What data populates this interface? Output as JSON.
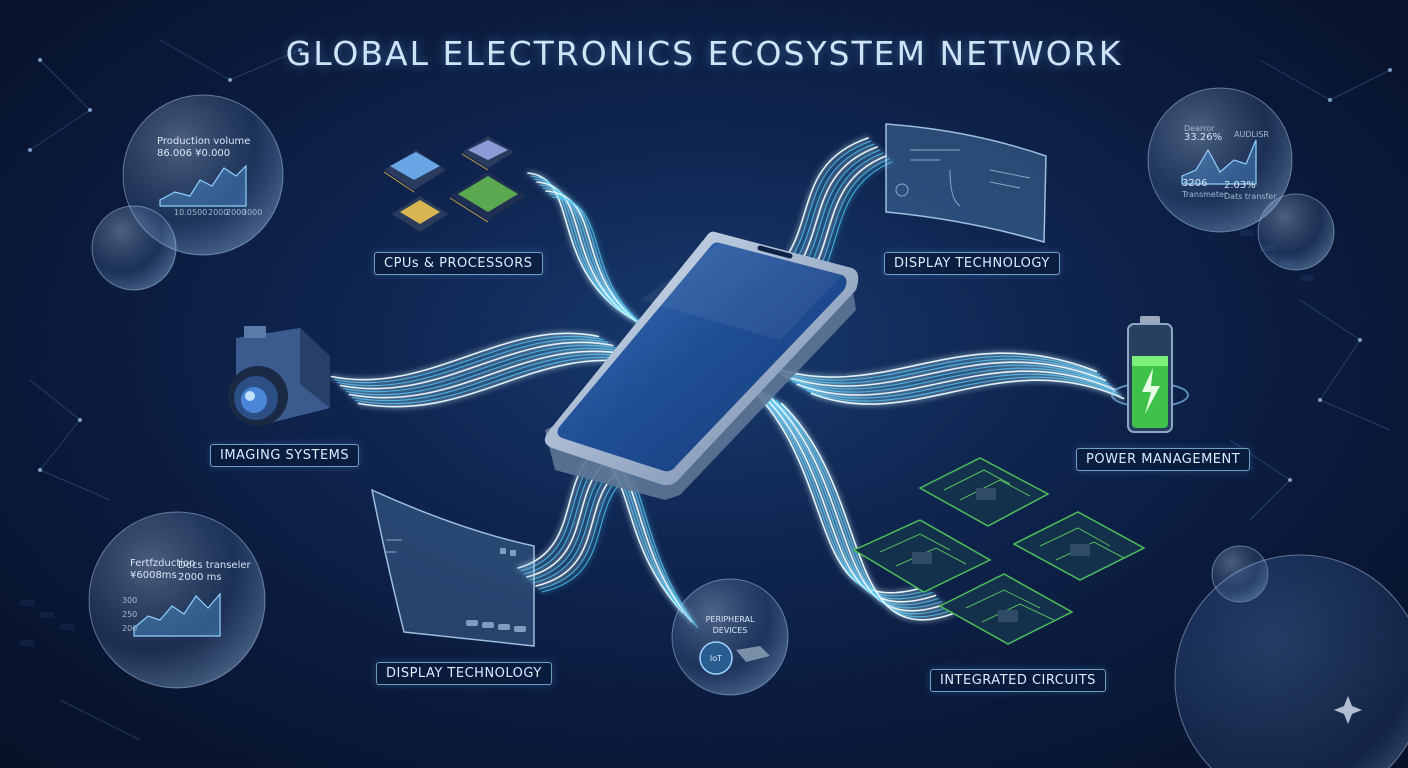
{
  "title": "GLOBAL ELECTRONICS ECOSYSTEM NETWORK",
  "nodes": {
    "cpus": "CPUs & PROCESSORS",
    "display_top": "DISPLAY TECHNOLOGY",
    "imaging": "IMAGING SYSTEMS",
    "power": "POWER MANAGEMENT",
    "display_bottom": "DISPLAY TECHNOLOGY",
    "circuits": "INTEGRATED CIRCUITS"
  },
  "peripheral": {
    "label_line1": "PERIPHERAL",
    "label_line2": "DEVICES",
    "badge": "IoT"
  },
  "bubbles": {
    "top_left": {
      "heading": "Production volume",
      "value": "86.006 ¥0.000",
      "ticks": [
        "10.0",
        "500",
        "2000",
        "2000",
        "3000"
      ]
    },
    "top_right": {
      "label_a": "Dearror",
      "value_a": "33.26%",
      "label_b": "AUDLISR",
      "value_c": "3206",
      "value_d": "2.03%",
      "label_c": "Transmeter",
      "label_d": "Dats transfer"
    },
    "bottom_left": {
      "label_a": "Fertfzduction",
      "value_a": "¥6008ms",
      "label_b": "Docs transeler",
      "value_b": "2000 ms",
      "ticks": [
        "300",
        "250",
        "200"
      ]
    }
  },
  "colors": {
    "background": "#0a1733",
    "glow": "#4fd2ff",
    "label_border": "#96c8f0",
    "circuit_green": "#4fbf5a",
    "battery_green": "#5ce05a"
  }
}
